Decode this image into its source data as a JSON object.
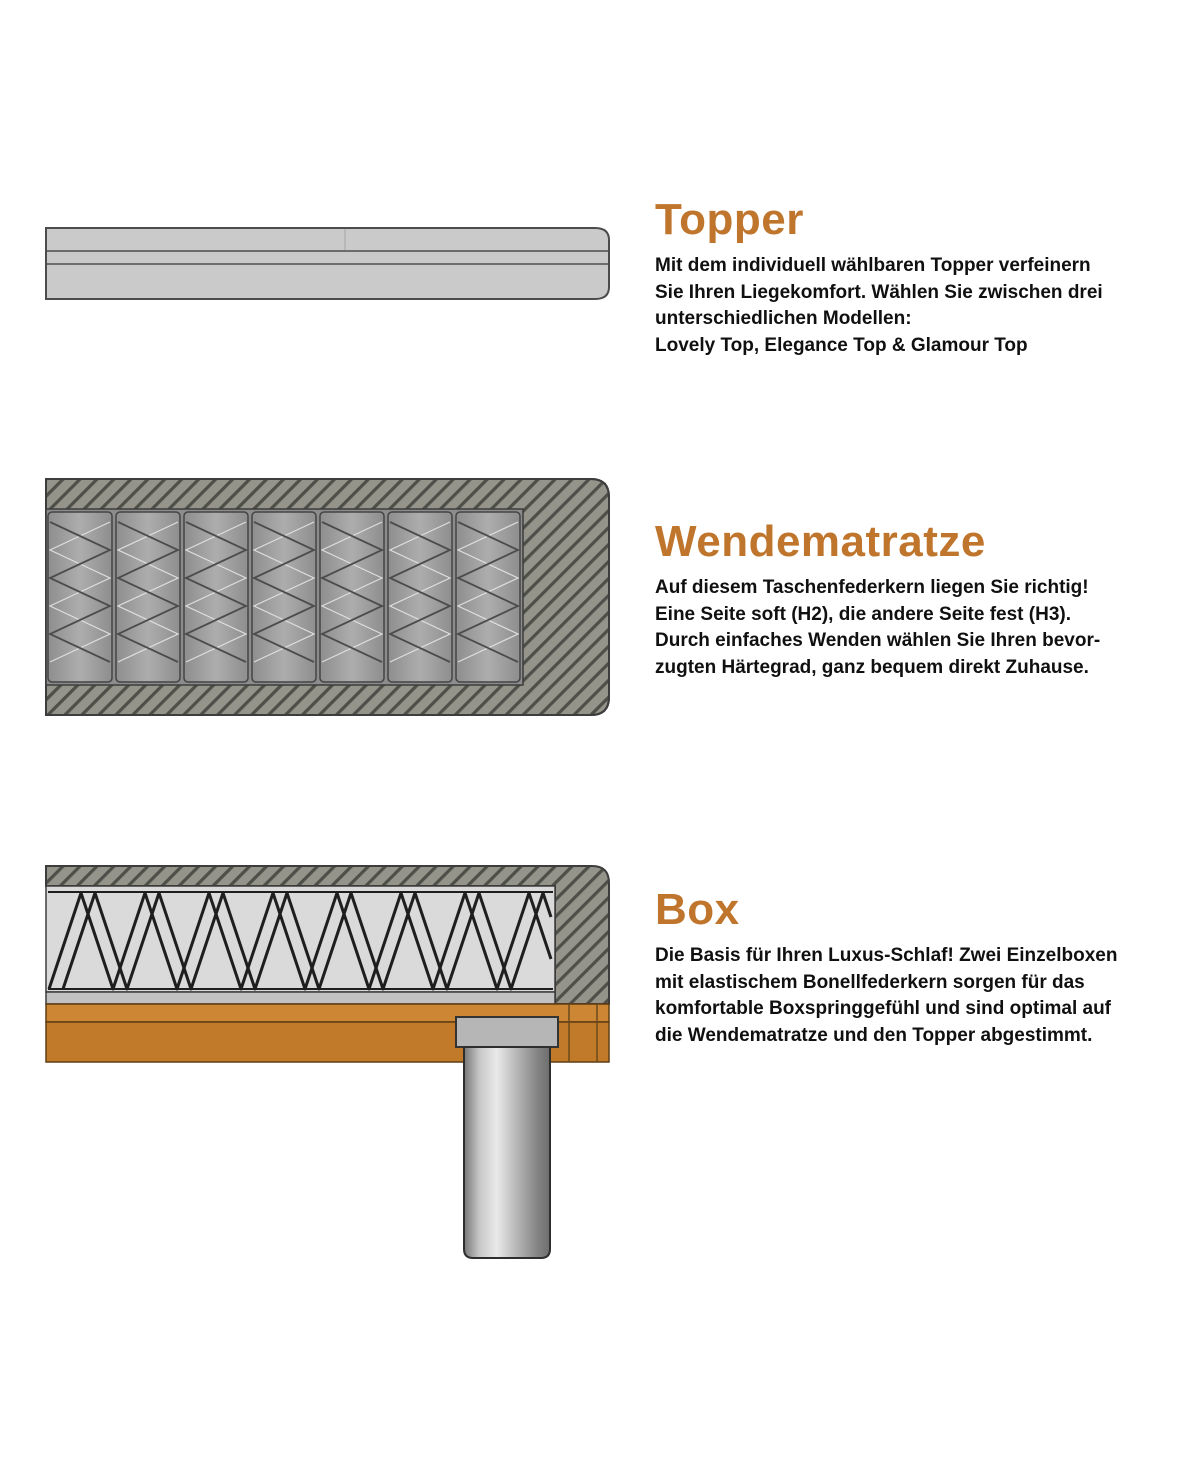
{
  "page": {
    "background": "#ffffff",
    "accent_color": "#c0752c",
    "text_color": "#101010"
  },
  "sections": {
    "topper": {
      "title": "Topper",
      "lines": [
        "Mit dem individuell wählbaren Topper verfeinern",
        "Sie Ihren Liegekomfort. Wählen Sie zwischen drei",
        "unterschiedlichen Modellen:",
        "Lovely Top, Elegance Top & Glamour Top"
      ]
    },
    "wendematratze": {
      "title": "Wendematratze",
      "lines": [
        "Auf diesem Taschenfederkern liegen Sie richtig!",
        "Eine Seite soft (H2), die andere Seite fest (H3).",
        "Durch einfaches Wenden wählen Sie Ihren bevor-",
        "zugten Härtegrad, ganz bequem direkt Zuhause."
      ]
    },
    "box": {
      "title": "Box",
      "lines": [
        "Die Basis für Ihren Luxus-Schlaf! Zwei Einzelboxen",
        "mit elastischem Bonellfederkern sorgen für das",
        "komfortable Boxspringgefühl und sind optimal auf",
        "die Wendematratze und den Topper abgestimmt."
      ]
    }
  },
  "illustrations": {
    "topper": "topper-foam-layer-cross-section",
    "wendematratze": "pocket-spring-mattress-cross-section",
    "box": "bonell-spring-box-with-wood-frame-and-metal-leg"
  }
}
